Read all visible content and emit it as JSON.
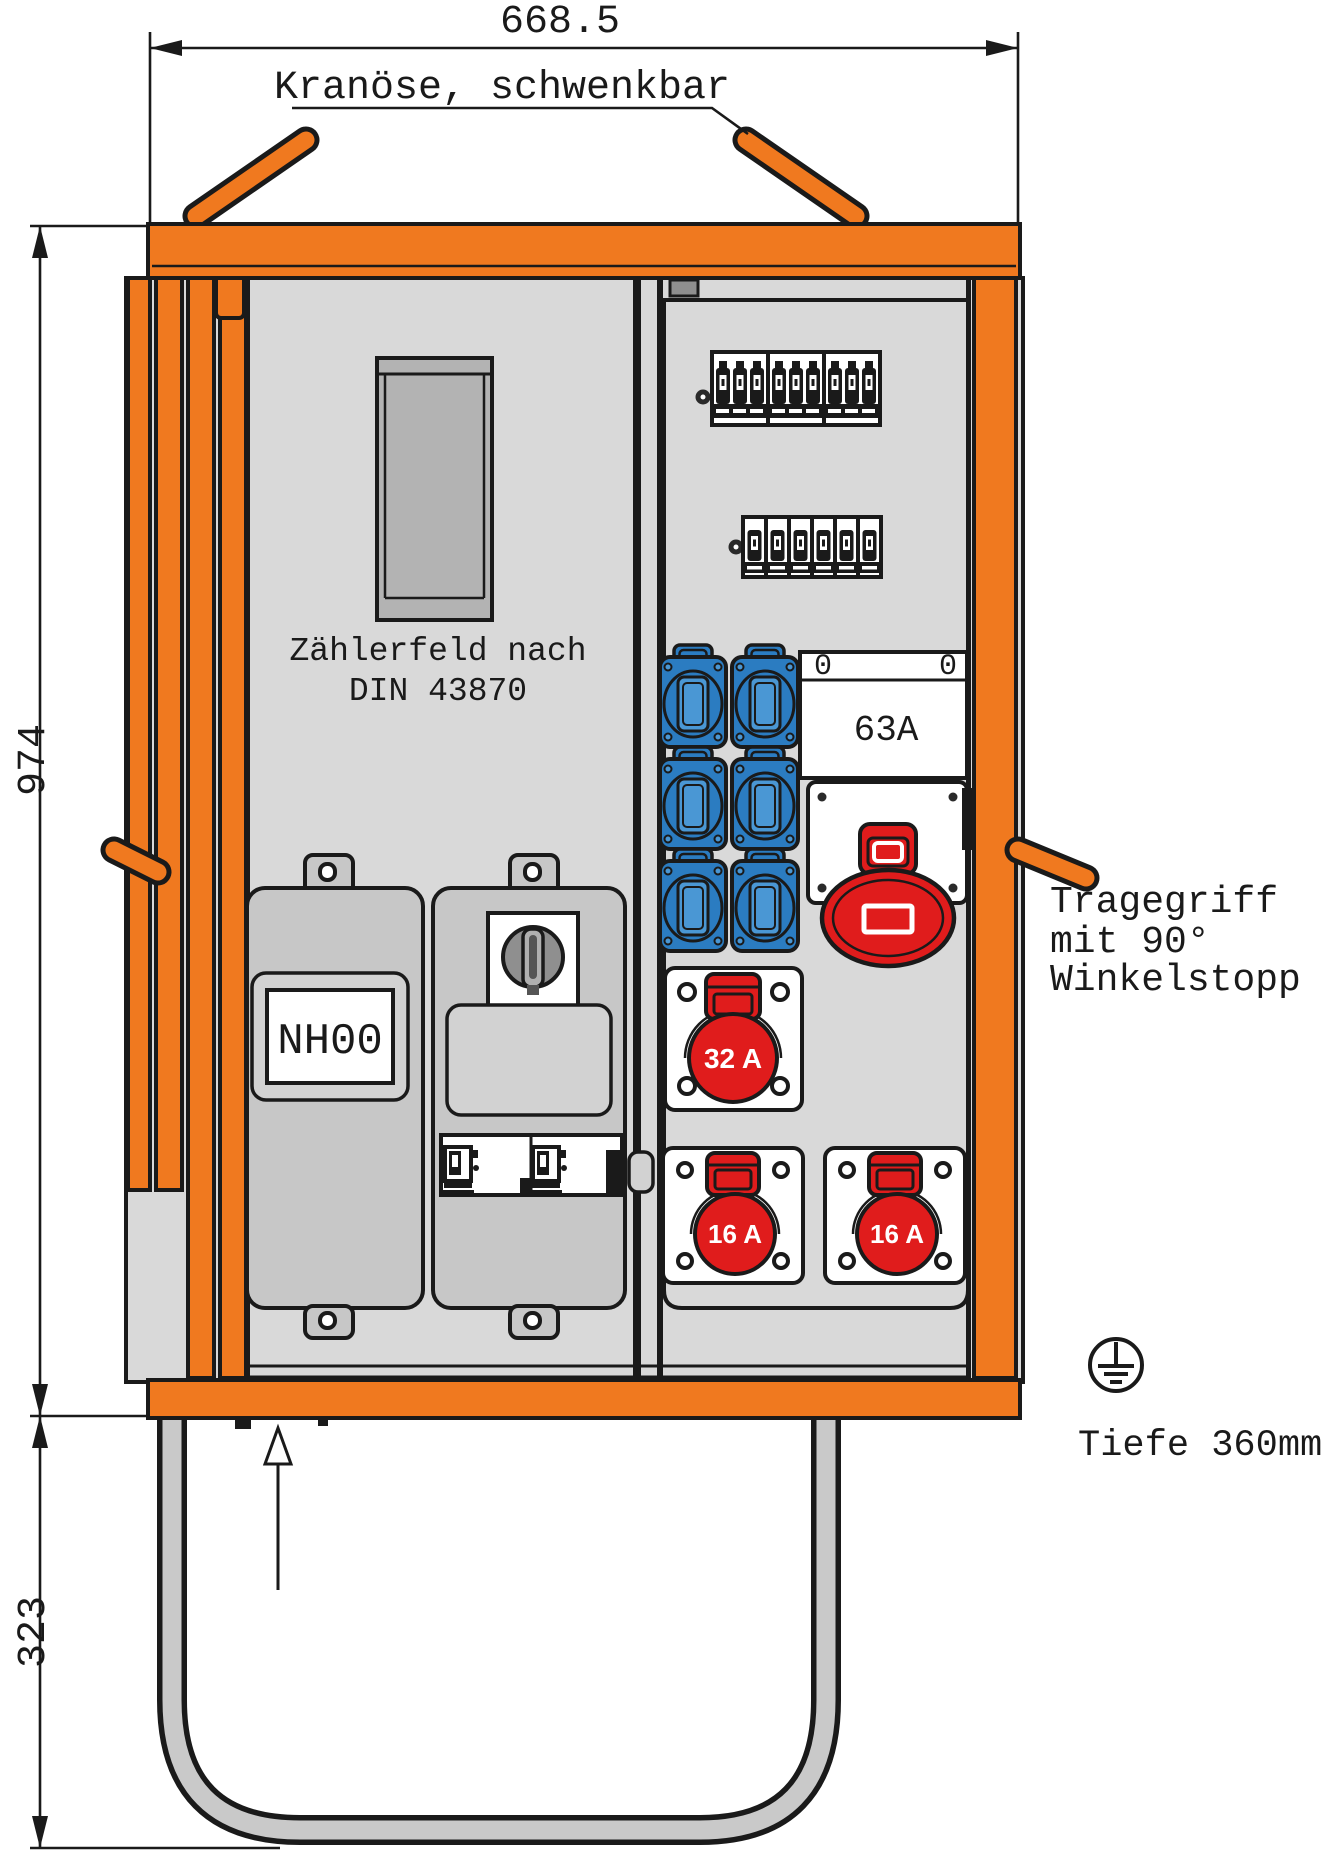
{
  "dimensions": {
    "top_width": "668.5",
    "cabinet_height": "974",
    "stand_height": "323",
    "depth_note": "Tiefe 360mm"
  },
  "callouts": {
    "crane_eye": "Kranöse, schwenkbar",
    "meter_field_line1": "Zählerfeld nach",
    "meter_field_line2": "DIN 43870",
    "carry_handle_line1": "Tragegriff",
    "carry_handle_line2": "mit 90°",
    "carry_handle_line3": "Winkelstopp"
  },
  "labels": {
    "fuse_base": "NH00",
    "main_switch_zero_left": "0",
    "main_switch_zero_right": "0",
    "switch_rating": "63A",
    "cee_32a": "32 A",
    "cee_16a_left": "16 A",
    "cee_16a_right": "16 A"
  },
  "colors": {
    "orange": "#F0791F",
    "blue": "#2B7CC1",
    "red": "#E01C1C",
    "line": "#1A1A1A",
    "panel": "#D9D9D9",
    "module": "#C7C7C7",
    "meter": "#B3B3B3",
    "stand": "#C9C9C9",
    "background": "#FFFFFF"
  }
}
